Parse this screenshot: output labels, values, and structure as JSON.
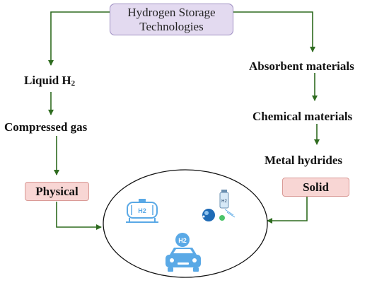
{
  "diagram": {
    "title_line1": "Hydrogen Storage",
    "title_line2": "Technologies",
    "left_branch": {
      "liquid_label": "Liquid H",
      "liquid_subscript": "2",
      "compressed_label": "Compressed gas",
      "category_label": "Physical"
    },
    "right_branch": {
      "absorbent_label": "Absorbent materials",
      "chemical_label": "Chemical materials",
      "hydrides_label": "Metal hydrides",
      "category_label": "Solid"
    },
    "icons": {
      "tank_text": "H2",
      "car_text": "H2",
      "canister_text": "H2",
      "tank_icon": "hydrogen-tank-icon",
      "molecule_icon": "hydrogen-molecule-icon",
      "car_icon": "hydrogen-car-icon"
    },
    "colors": {
      "arrow": "#2e6b1f",
      "title_fill": "#e3daf0",
      "pill_fill": "#f8d6d4",
      "icon_blue": "#5aa9e6"
    }
  }
}
